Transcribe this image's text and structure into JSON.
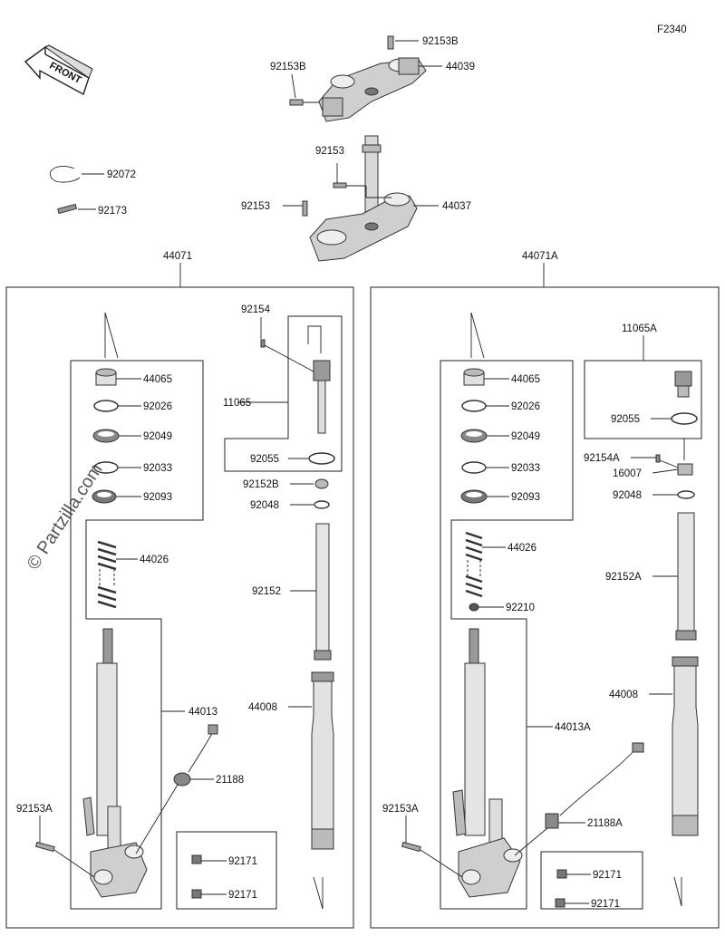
{
  "figure_code": "F2340",
  "front_label": "FRONT",
  "watermark": "© Partzilla.com",
  "callouts": {
    "c_92153B_top": "92153B",
    "c_44039": "44039",
    "c_92153B_left": "92153B",
    "c_92072": "92072",
    "c_92173": "92173",
    "c_92153_a": "92153",
    "c_92153_b": "92153",
    "c_44037": "44037",
    "c_44071": "44071",
    "c_44071A": "44071A",
    "L_44065": "44065",
    "L_92026": "92026",
    "L_92049": "92049",
    "L_92033": "92033",
    "L_92093": "92093",
    "L_44026": "44026",
    "L_44013": "44013",
    "L_21188": "21188",
    "L_92153A": "92153A",
    "L_92154": "92154",
    "L_11065": "11065",
    "L_92055": "92055",
    "L_92152B": "92152B",
    "L_92048": "92048",
    "L_92152": "92152",
    "L_44008": "44008",
    "L_92171a": "92171",
    "L_92171b": "92171",
    "R_44065": "44065",
    "R_92026": "92026",
    "R_92049": "92049",
    "R_92033": "92033",
    "R_92093": "92093",
    "R_44026": "44026",
    "R_92210": "92210",
    "R_44013A": "44013A",
    "R_21188A": "21188A",
    "R_92153A": "92153A",
    "R_11065A": "11065A",
    "R_92055": "92055",
    "R_92154A": "92154A",
    "R_16007": "16007",
    "R_92048": "92048",
    "R_92152A": "92152A",
    "R_44008": "44008",
    "R_92171a": "92171",
    "R_92171b": "92171"
  },
  "colors": {
    "line": "#222222",
    "part_fill": "#d9d9d9",
    "part_dark": "#8a8a8a"
  }
}
